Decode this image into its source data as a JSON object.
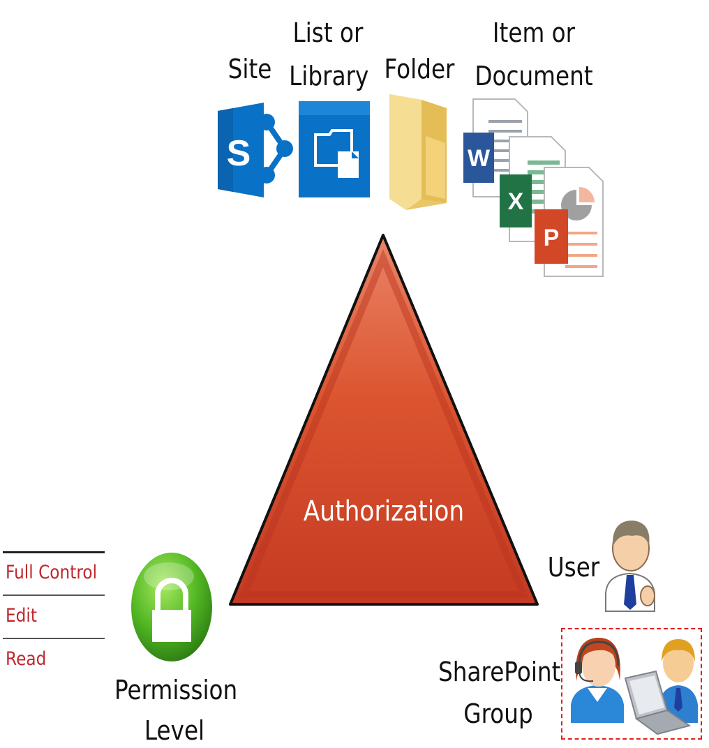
{
  "objects": {
    "site": "Site",
    "list_line1": "List or",
    "list_line2": "Library",
    "folder": "Folder",
    "item_line1": "Item or",
    "item_line2": "Document"
  },
  "icons": {
    "sharepoint_letter": "S",
    "word_letter": "W",
    "excel_letter": "X",
    "powerpoint_letter": "P"
  },
  "center": {
    "label": "Authorization",
    "colors": {
      "top": "#e8785a",
      "bottom": "#c23a22",
      "edge": "#111111"
    }
  },
  "permission": {
    "label_line1": "Permission",
    "label_line2": "Level",
    "levels": [
      "Full Control",
      "Edit",
      "Read"
    ],
    "level_color": "#c0272d"
  },
  "principals": {
    "user": "User",
    "group_line1": "SharePoint",
    "group_line2": "Group",
    "group_border_color": "#e0201d"
  }
}
